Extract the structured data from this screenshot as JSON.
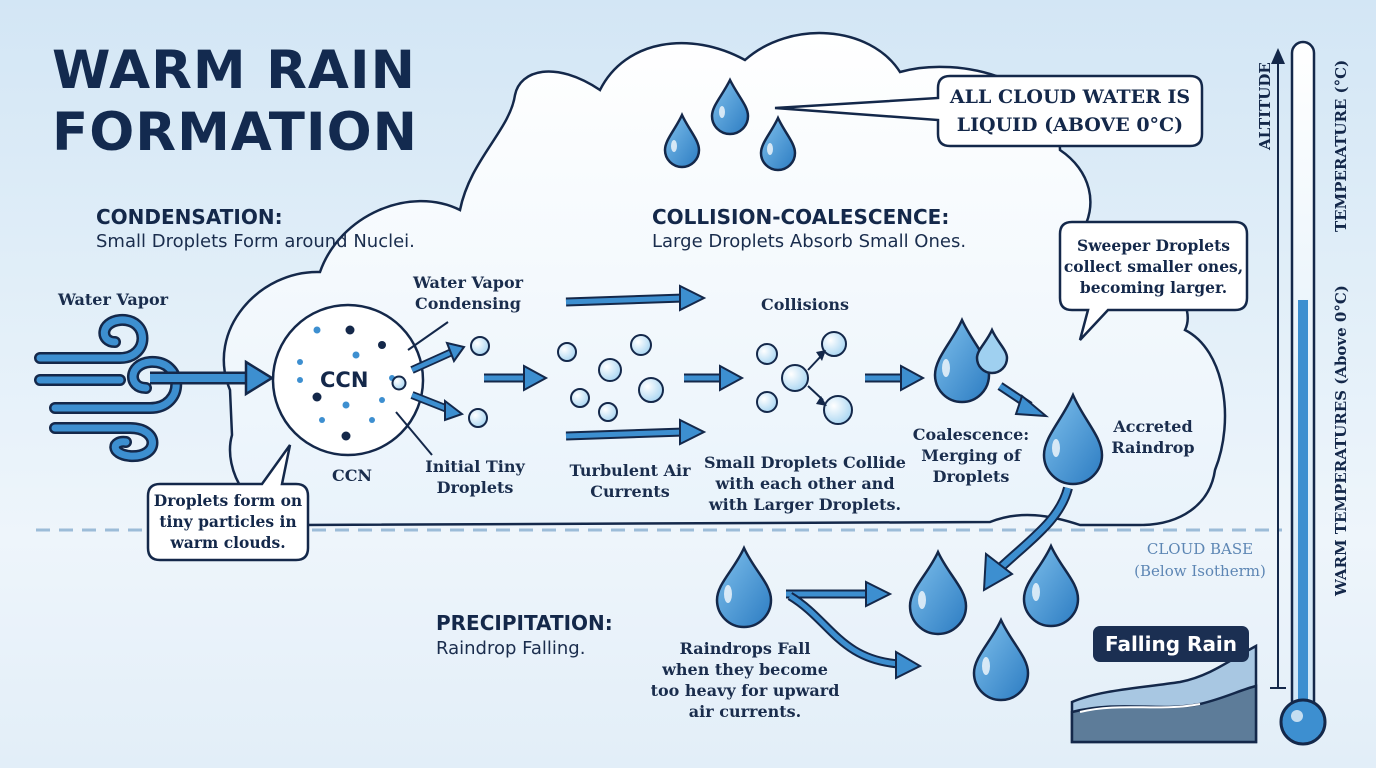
{
  "title": [
    "WARM RAIN",
    "FORMATION"
  ],
  "condensation": {
    "heading": "CONDENSATION:",
    "subtitle": "Small Droplets Form around Nuclei.",
    "water_vapor": "Water Vapor",
    "ccn_center": "CCN",
    "ccn_label": "CCN",
    "condensing": [
      "Water Vapor",
      "Condensing"
    ],
    "tiny_droplets": [
      "Initial Tiny",
      "Droplets"
    ],
    "callout": [
      "Droplets form on",
      "tiny particles in",
      "warm clouds."
    ]
  },
  "cloud_note": [
    "ALL CLOUD WATER IS",
    "LIQUID (ABOVE 0°C)"
  ],
  "collision": {
    "heading": "COLLISION-COALESCENCE:",
    "subtitle": "Large Droplets Absorb Small Ones.",
    "collisions": "Collisions",
    "turbulent": [
      "Turbulent Air",
      "Currents"
    ],
    "small_collide": [
      "Small Droplets Collide",
      "with each other and",
      "with Larger Droplets."
    ],
    "coalescence": [
      "Coalescence:",
      "Merging of",
      "Droplets"
    ],
    "accreted": [
      "Accreted",
      "Raindrop"
    ],
    "sweeper_callout": [
      "Sweeper Droplets",
      "collect smaller ones,",
      "becoming larger."
    ]
  },
  "cloud_base": [
    "CLOUD BASE",
    "(Below Isotherm)"
  ],
  "precipitation": {
    "heading": "PRECIPITATION:",
    "subtitle": "Raindrop Falling.",
    "fall_text": [
      "Raindrops Fall",
      "when they become",
      "too heavy for upward",
      "air currents."
    ],
    "falling_rain": "Falling Rain"
  },
  "axis": {
    "altitude": "ALTITUDE",
    "temperature": "TEMPERATURE (°C)",
    "warm_temps": "WARM TEMPERATURES (Above 0°C)"
  },
  "colors": {
    "ink": "#14284a",
    "drop": "#3d8fd0",
    "drop_light": "#9fd0f0",
    "arrow": "#3d8fd0",
    "cloud_fill": "#ffffff",
    "cloud_base_line": "#9cbcd8"
  }
}
